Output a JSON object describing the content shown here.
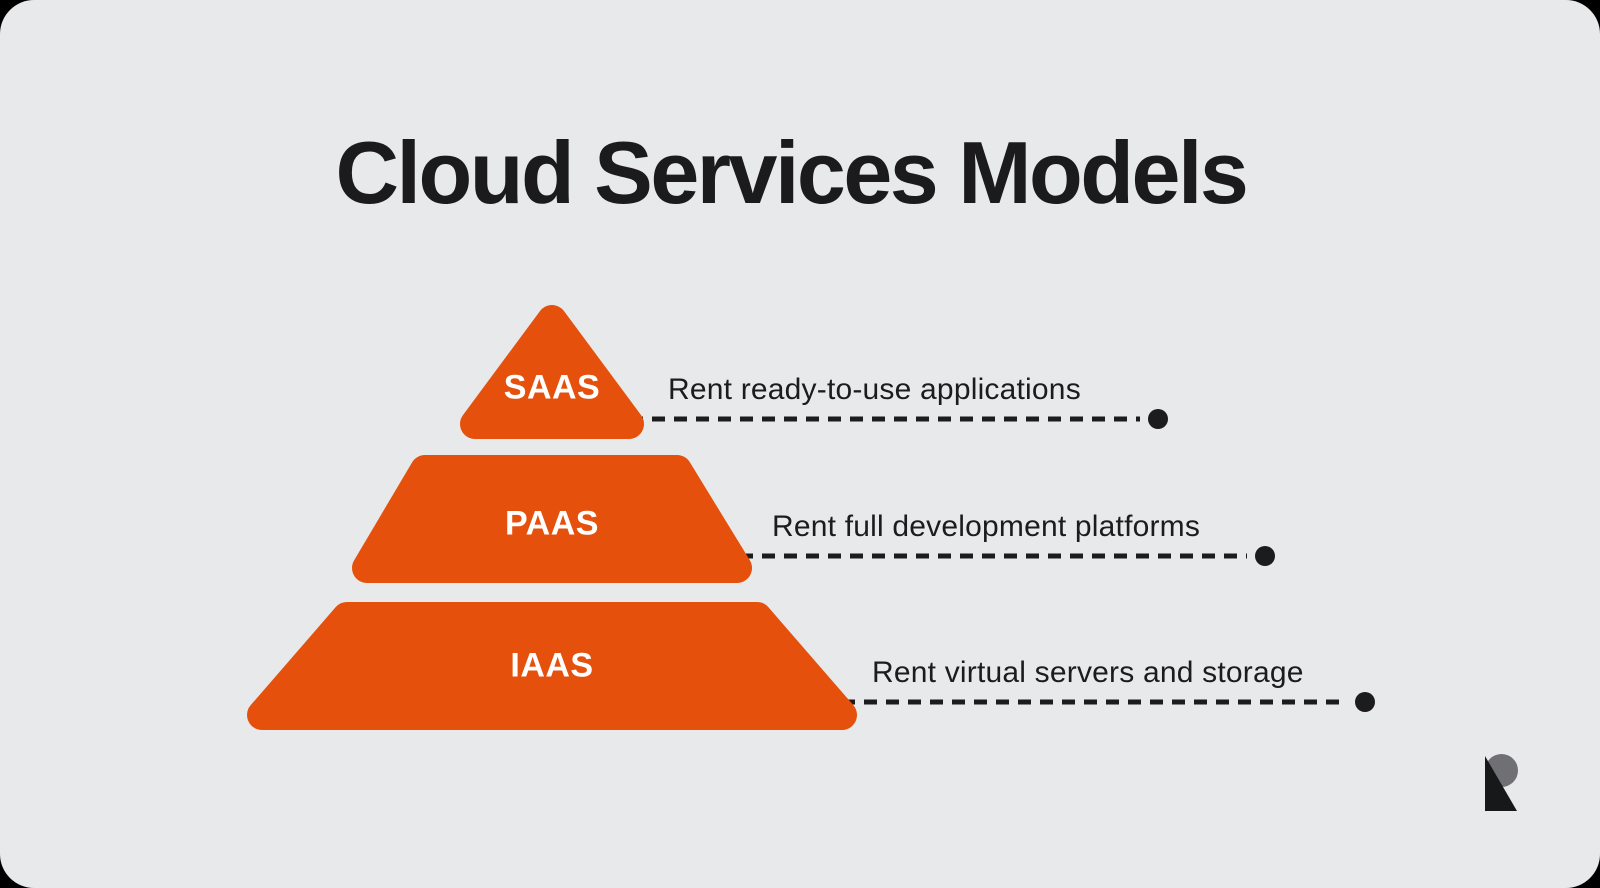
{
  "title": "Cloud Services Models",
  "colors": {
    "background": "#000000",
    "card": "#E8E9EA",
    "accent": "#E5510D",
    "text": "#1C1C1E",
    "shape_label": "#FFFFFF",
    "logo_dark": "#17181A",
    "logo_grey": "#707074"
  },
  "pyramid": {
    "levels": [
      {
        "id": "saas",
        "label": "SAAS",
        "description": "Rent ready-to-use applications"
      },
      {
        "id": "paas",
        "label": "PAAS",
        "description": "Rent full development platforms"
      },
      {
        "id": "iaas",
        "label": "IAAS",
        "description": "Rent virtual servers and storage"
      }
    ]
  },
  "logo": {
    "name": "r-mark-logo"
  }
}
